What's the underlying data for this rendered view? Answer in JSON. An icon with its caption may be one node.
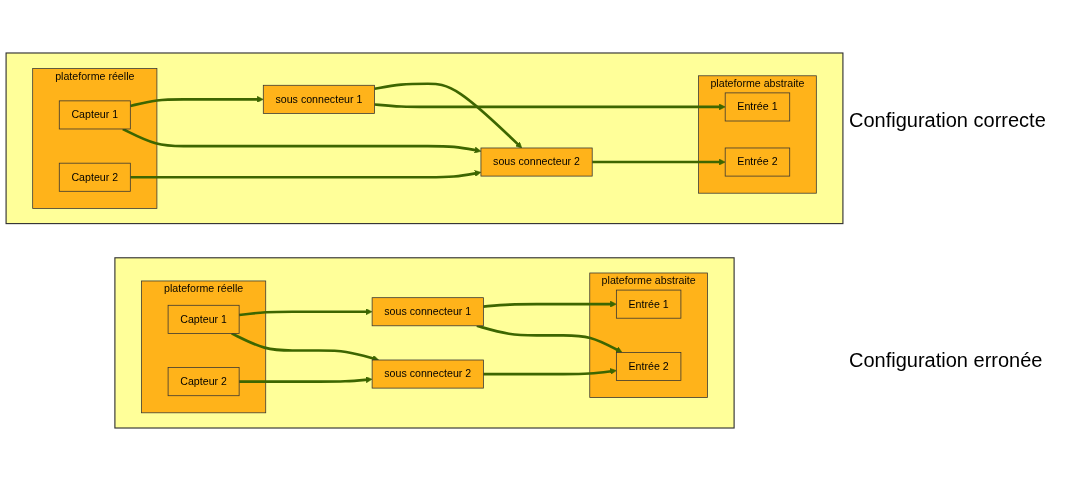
{
  "diagram": {
    "nodes": [
      {
        "text": [],
        "shape": "box"
      },
      {
        "text": [
          "plateforme réelle"
        ],
        "in": 0
      },
      {
        "text": [
          "Capteur 1"
        ],
        "in": 1
      },
      {
        "text": [
          "Capteur 2"
        ],
        "in": 1
      },
      {
        "text": [
          "sous connecteur 1"
        ],
        "in": 0
      },
      {
        "text": [
          "sous connecteur 2"
        ],
        "in": 0
      },
      {
        "text": [
          "plateforme abstraite"
        ],
        "in": 0
      },
      {
        "text": [
          "Entrée 1"
        ],
        "in": 6
      },
      {
        "text": [
          "Entrée 2"
        ],
        "in": 6
      },
      {
        "text": [],
        "shape": "box"
      },
      {
        "text": [
          "plateforme réelle"
        ],
        "in": 9
      },
      {
        "text": [
          "Capteur 1"
        ],
        "in": 10
      },
      {
        "text": [
          "Capteur 2"
        ],
        "in": 10
      },
      {
        "text": [
          "sous connecteur 1"
        ],
        "in": 9
      },
      {
        "text": [
          "sous connecteur 2"
        ],
        "in": 9
      },
      {
        "text": [
          "plateforme abstraite"
        ],
        "in": 9
      },
      {
        "text": [
          "Entrée 1"
        ],
        "in": 15
      },
      {
        "text": [
          "Entrée 2"
        ],
        "in": 15
      }
    ],
    "edges": [
      {
        "from": 2,
        "to": 4,
        "arrow": "to"
      },
      {
        "from": 2,
        "to": 5,
        "arrow": "to"
      },
      {
        "from": 3,
        "to": 5,
        "arrow": "to"
      },
      {
        "from": 4,
        "to": 5,
        "arrow": "to"
      },
      {
        "from": 4,
        "to": 7,
        "arrow": "to"
      },
      {
        "from": 5,
        "to": 8,
        "arrow": "to"
      },
      {
        "from": 11,
        "to": 13,
        "arrow": "to"
      },
      {
        "from": 11,
        "to": 14,
        "arrow": "to"
      },
      {
        "from": 12,
        "to": 14,
        "arrow": "to"
      },
      {
        "from": 13,
        "to": 16,
        "arrow": "to"
      },
      {
        "from": 13,
        "to": 17,
        "arrow": "to"
      },
      {
        "from": 14,
        "to": 17,
        "arrow": "to"
      }
    ],
    "labels": [
      "Configuration correcte",
      "Configuration erronée"
    ]
  }
}
